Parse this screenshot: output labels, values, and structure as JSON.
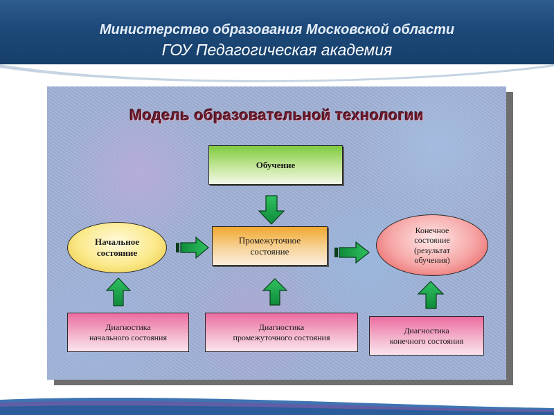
{
  "header": {
    "line1": "Министерство образования Московской области",
    "line2": "ГОУ Педагогическая академия"
  },
  "diagram": {
    "title": "Модель образовательной технологии",
    "learning": "Обучение",
    "intermediate_line1": "Промежуточное",
    "intermediate_line2": "состояние",
    "initial_line1": "Начальное",
    "initial_line2": "состояние",
    "final_line1": "Конечное",
    "final_line2": "состояние",
    "final_line3": "(результат",
    "final_line4": "обучения)",
    "diag_initial_line1": "Диагностика",
    "diag_initial_line2": "начального состояния",
    "diag_intermediate_line1": "Диагностика",
    "diag_intermediate_line2": "промежуточного состояния",
    "diag_final_line1": "Диагностика",
    "diag_final_line2": "конечного состояния"
  },
  "colors": {
    "header_bg": "#1d4a7a",
    "arrow_fill": "#1aa34a",
    "title_color": "#6b1c2e"
  }
}
